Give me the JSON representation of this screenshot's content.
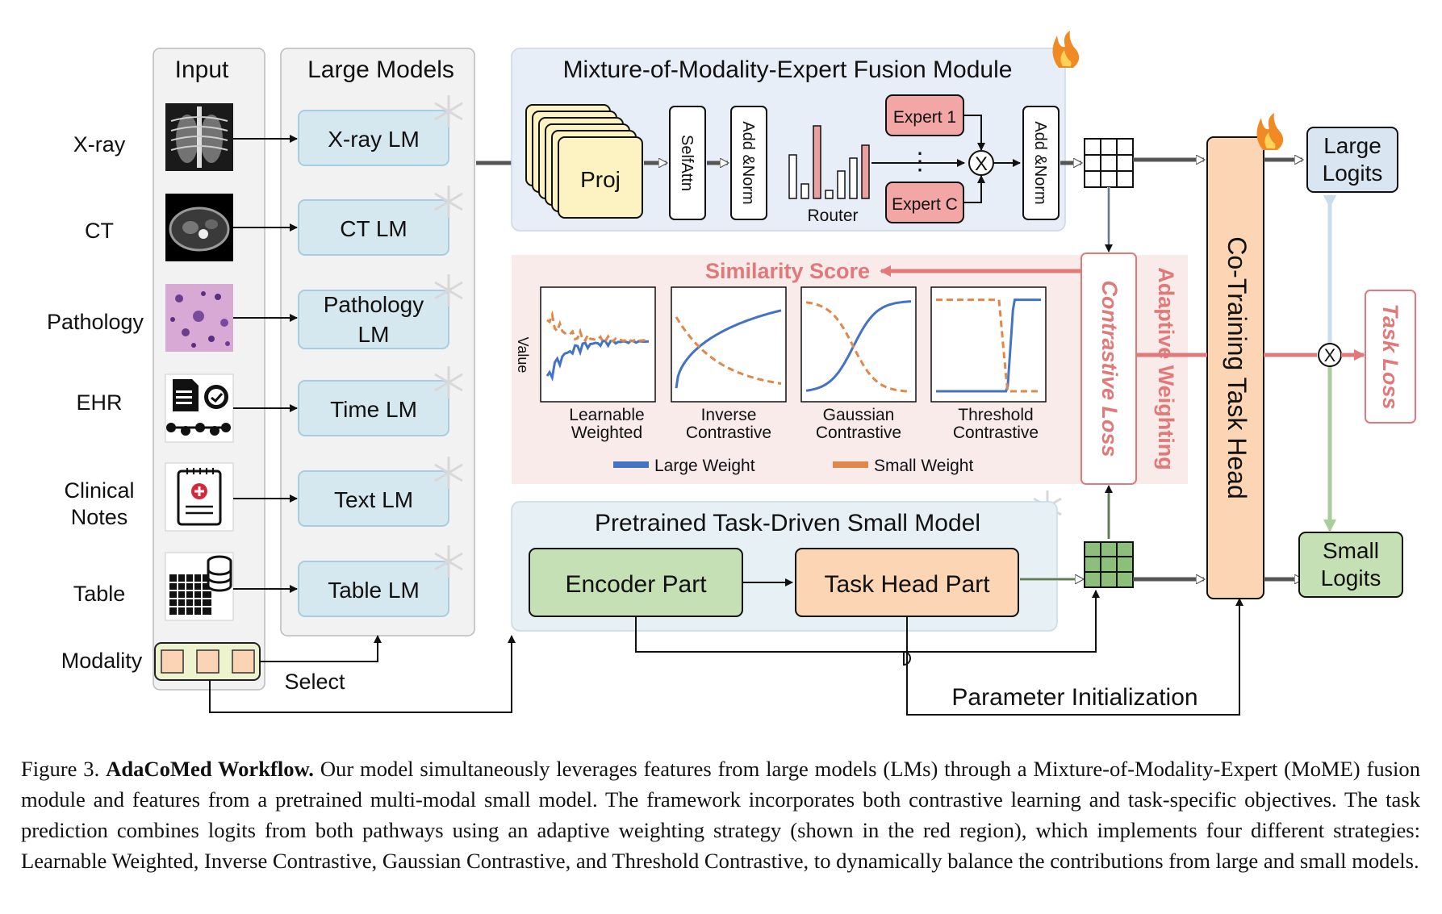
{
  "input": {
    "title": "Input",
    "rows": [
      {
        "label": "X-ray",
        "lm": "X-ray LM"
      },
      {
        "label": "CT",
        "lm": "CT LM"
      },
      {
        "label": "Pathology",
        "lm_line1": "Pathology",
        "lm_line2": "LM"
      },
      {
        "label": "EHR",
        "lm": "Time LM"
      },
      {
        "label_line1": "Clinical",
        "label_line2": "Notes",
        "lm": "Text LM"
      },
      {
        "label": "Table",
        "lm": "Table LM"
      }
    ],
    "modality": "Modality",
    "select": "Select"
  },
  "large_models": {
    "title": "Large Models"
  },
  "mome": {
    "title": "Mixture-of-Modality-Expert Fusion Module",
    "proj": "Proj",
    "selfattn": "SelfAttn",
    "addnorm": "Add &Norm",
    "router": "Router",
    "expert1": "Expert 1",
    "expertc": "Expert C",
    "dots": "⋮",
    "multiply": "X"
  },
  "adaptive": {
    "similarity_score": "Similarity Score",
    "contrastive_loss": "Contrastive Loss",
    "adaptive_weighting": "Adaptive Weighting",
    "value_label": "Value",
    "plots": [
      {
        "line1": "Learnable",
        "line2": "Weighted"
      },
      {
        "line1": "Inverse",
        "line2": "Contrastive"
      },
      {
        "line1": "Gaussian",
        "line2": "Contrastive"
      },
      {
        "line1": "Threshold",
        "line2": "Contrastive"
      }
    ],
    "legend": {
      "large": "Large Weight",
      "small": "Small Weight"
    },
    "colors": {
      "large": "#4472c4",
      "small": "#e0884a",
      "accent": "#e07a7a"
    }
  },
  "small_model": {
    "title": "Pretrained Task-Driven Small Model",
    "encoder": "Encoder Part",
    "taskhead": "Task Head Part"
  },
  "cotraining": {
    "title": "Co-Training Task Head"
  },
  "logits": {
    "large_line1": "Large",
    "large_line2": "Logits",
    "small_line1": "Small",
    "small_line2": "Logits"
  },
  "task_loss": "Task Loss",
  "param_init": "Parameter Initialization",
  "caption": {
    "label": "Figure 3.",
    "bold": "AdaCoMed Workflow.",
    "text": "Our model simultaneously leverages features from large models (LMs) through a Mixture-of-Modality-Expert (MoME) fusion module and features from a pretrained multi-modal small model.  The framework incorporates both contrastive learning and task-specific objectives. The task prediction combines logits from both pathways using an adaptive weighting strategy (shown in the red region), which implements four different strategies: Learnable Weighted, Inverse Contrastive, Gaussian Contrastive, and Threshold Contrastive, to dynamically balance the contributions from large and small models."
  }
}
